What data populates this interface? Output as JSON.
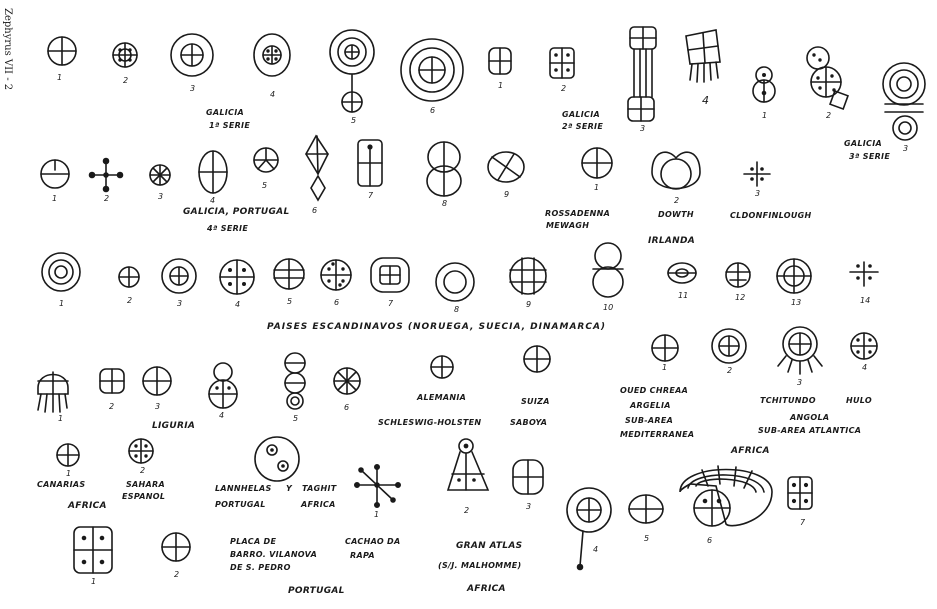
{
  "journal_side": "Zephyrus VII - 2",
  "galicia_1": {
    "label": "GALICIA",
    "sub": "1ª SERIE",
    "nums": [
      "1",
      "2",
      "3",
      "4",
      "5",
      "6"
    ]
  },
  "galicia_2": {
    "label": "GALICIA",
    "sub": "2ª SERIE",
    "nums": [
      "1",
      "2",
      "3",
      "4"
    ]
  },
  "galicia_3": {
    "label": "GALICIA",
    "sub": "3ª SERIE",
    "nums": [
      "1",
      "2",
      "3"
    ]
  },
  "galicia_portugal": {
    "label": "GALICIA, PORTUGAL",
    "sub": "4ª SERIE",
    "nums": [
      "1",
      "2",
      "3",
      "4",
      "5",
      "6",
      "7",
      "8",
      "9"
    ]
  },
  "irlanda": {
    "label": "IRLANDA",
    "nums": [
      "1",
      "2",
      "3"
    ],
    "site_1": "ROSSADENNA",
    "site_1b": "MEWAGH",
    "site_2": "DOWTH",
    "site_3": "CLDONFINLOUGH"
  },
  "escandinavia": {
    "label": "PAISES ESCANDINAVOS (NORUEGA, SUECIA, DINAMARCA)",
    "nums": [
      "1",
      "2",
      "3",
      "4",
      "5",
      "6",
      "7",
      "8",
      "9",
      "10",
      "11",
      "12",
      "13",
      "14"
    ]
  },
  "liguria": {
    "label": "LIGURIA",
    "nums": [
      "1",
      "2",
      "3",
      "4",
      "5",
      "6"
    ]
  },
  "alemania": {
    "label": "ALEMANIA",
    "sub": "SCHLESWIG-HOLSTEN"
  },
  "suiza": {
    "label": "SUIZA",
    "sub": "SABOYA"
  },
  "africa_med": {
    "nums": [
      "1",
      "2",
      "3",
      "4"
    ],
    "l1": "OUED CHREAA",
    "l2": "ARGELIA",
    "l3": "SUB-AREA",
    "l4": "MEDITERRANEA",
    "s3": "TCHITUNDO",
    "s4": "HULO",
    "a1": "ANGOLA",
    "a2": "SUB-AREA ATLANTICA",
    "region": "AFRICA"
  },
  "canarias": {
    "nums": [
      "1",
      "2"
    ],
    "l1": "CANARIAS",
    "l2": "SAHARA",
    "l3": "ESPANOL",
    "region": "AFRICA"
  },
  "lanhelas": {
    "l1": "LANNHELAS",
    "l2": "Y",
    "l3": "TAGHIT",
    "l4": "PORTUGAL",
    "l5": "AFRICA"
  },
  "portugal": {
    "nums": [
      "1",
      "2",
      "1"
    ],
    "l1": "PLACA DE",
    "l2": "BARRO. VILANOVA",
    "l3": "DE S. PEDRO",
    "l4": "CACHAO DA",
    "l5": "RAPA",
    "region": "PORTUGAL"
  },
  "gran_atlas": {
    "nums": [
      "2",
      "3",
      "4",
      "5",
      "6",
      "7"
    ],
    "l1": "GRAN ATLAS",
    "l2": "(S/J. MALHOMME)",
    "region": "AFRICA"
  }
}
